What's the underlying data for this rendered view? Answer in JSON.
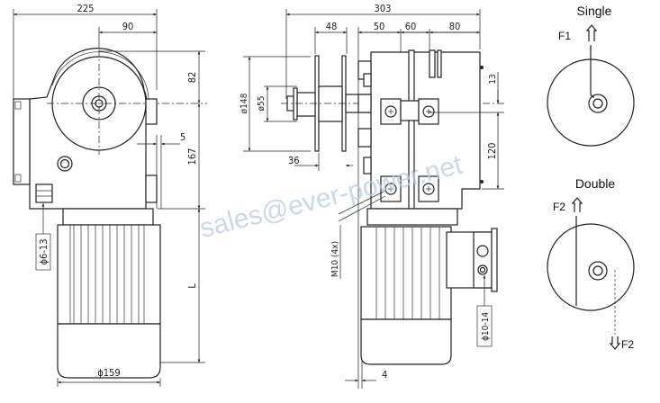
{
  "left_view": {
    "dims": {
      "overall_width": "225",
      "shaft_offset": "90",
      "top_height": "82",
      "lower_height": "167",
      "gap": "5",
      "motor_length": "L",
      "motor_diameter": "ϕ159"
    },
    "cable_gland": "ϕ6-13"
  },
  "side_view": {
    "dims": {
      "overall_width": "303",
      "flange_spacing": "48",
      "d1": "50",
      "d2": "60",
      "d3": "80",
      "flange_diameter": "ø148",
      "hub_diameter": "ø55",
      "offset_36": "36",
      "v13": "13",
      "v120": "120",
      "offset_4": "4"
    },
    "bolt_label": "M10 (4x)",
    "cable_gland": "ϕ10-14"
  },
  "cable_diagrams": {
    "single": {
      "title": "Single",
      "force": "F1"
    },
    "double": {
      "title": "Double",
      "force_up": "F2",
      "force_down": "F2"
    }
  },
  "watermark": "sales@ever-power.net"
}
